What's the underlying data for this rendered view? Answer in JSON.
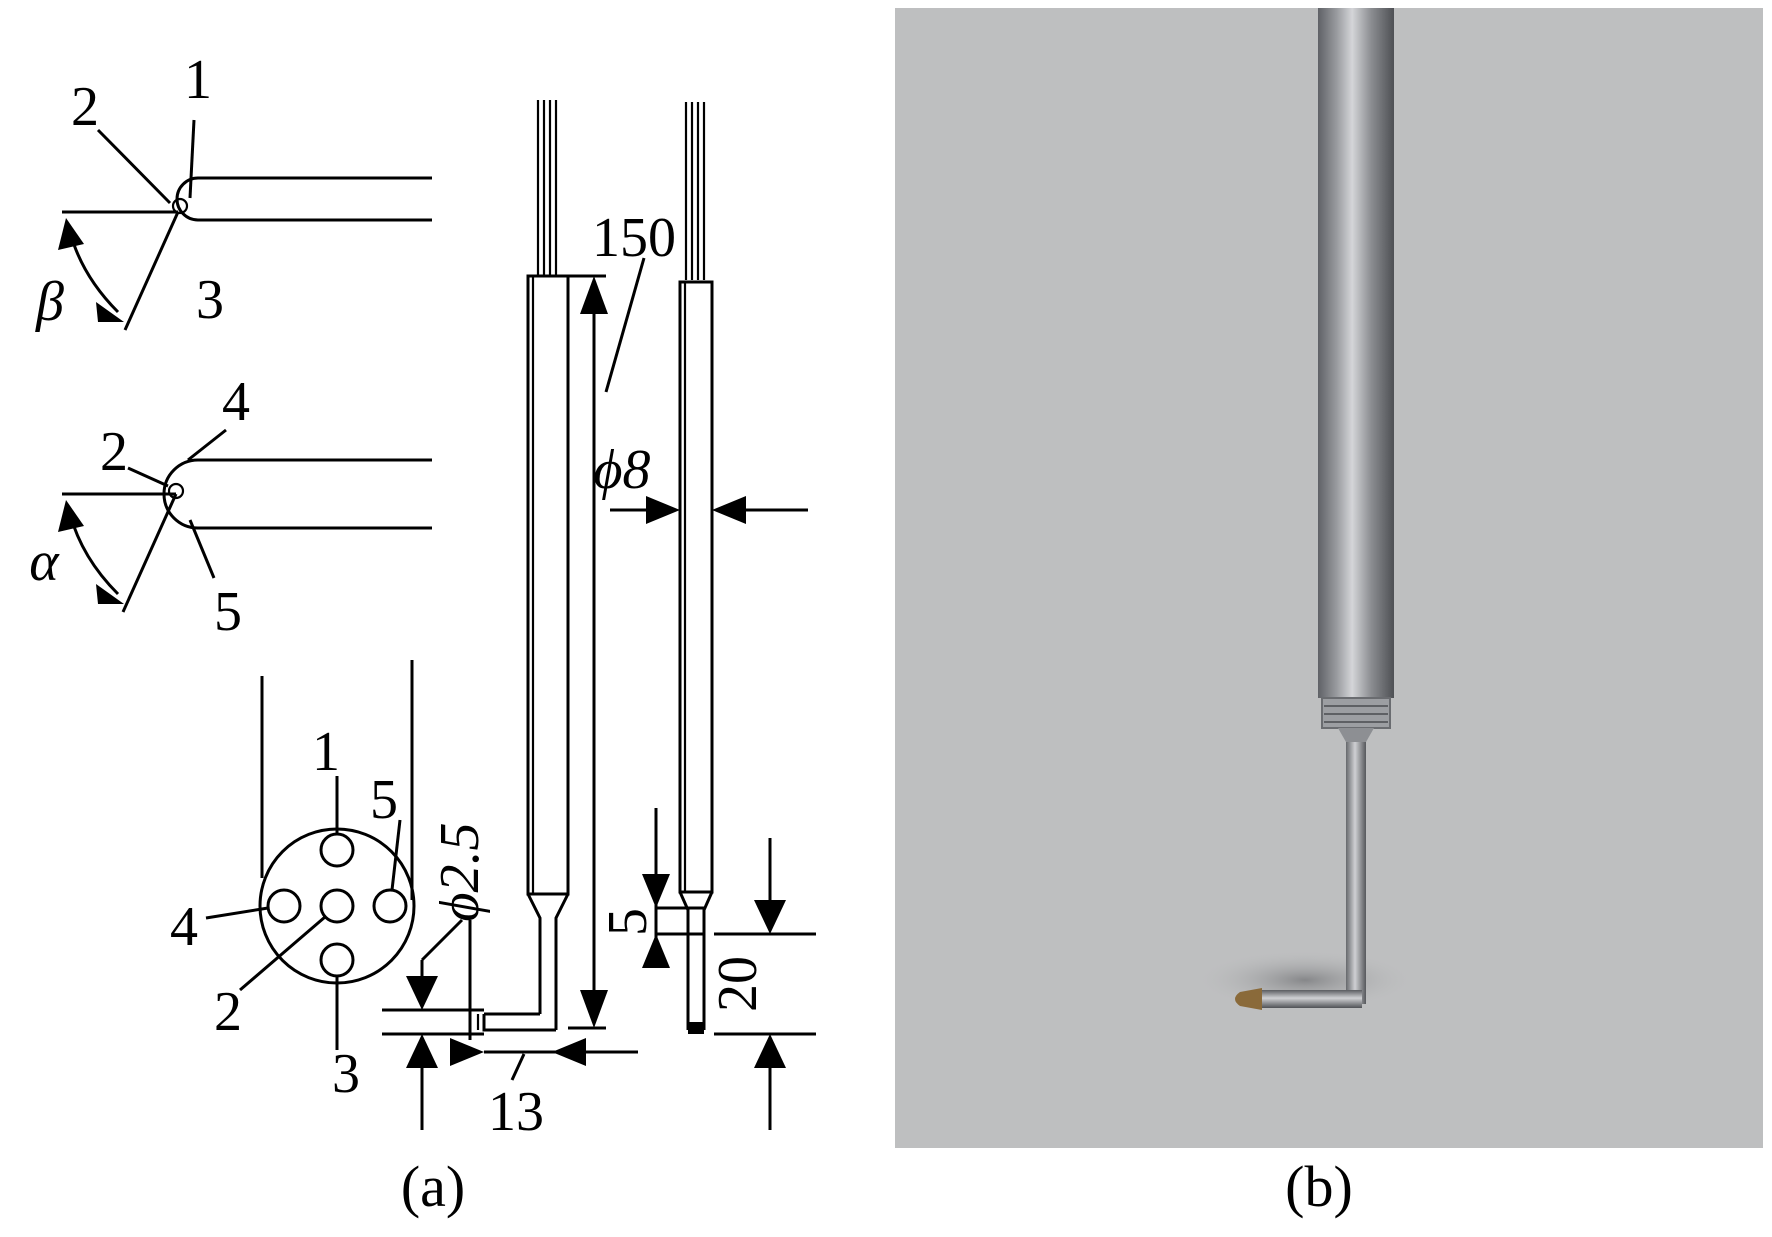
{
  "panels": {
    "a": {
      "caption": "(a)"
    },
    "b": {
      "caption": "(b)"
    }
  },
  "labels": {
    "hole1": "1",
    "hole2": "2",
    "hole3": "3",
    "hole4": "4",
    "hole5": "5",
    "beta": "β",
    "alpha": "α"
  },
  "dimensions": {
    "length": "150",
    "diameter_tube": "ϕ8",
    "diameter_tip": "ϕ2.5",
    "tip_length": "13",
    "neck_length": "5",
    "offset": "20"
  },
  "colors": {
    "photo_background": "#bebfc0",
    "probe_metal": "#8a8c90",
    "line": "#000000"
  }
}
